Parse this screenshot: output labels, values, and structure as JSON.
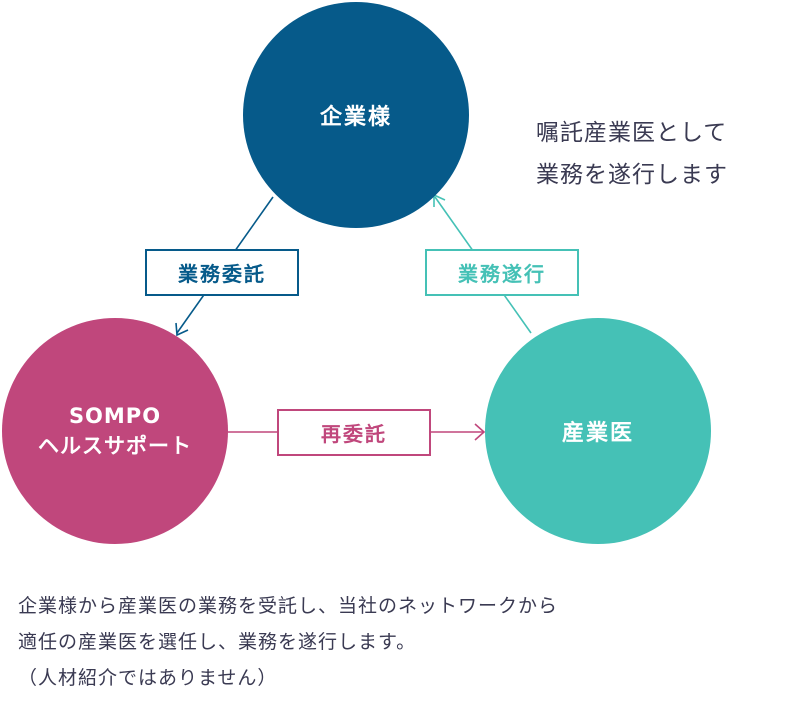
{
  "nodes": {
    "company": {
      "label": "企業様",
      "color": "#065a8a"
    },
    "sompo": {
      "line1": "SOMPO",
      "line2": "ヘルスサポート",
      "color": "#c0477c"
    },
    "doctor": {
      "label": "産業医",
      "color": "#45c1b6"
    }
  },
  "edges": {
    "entrust": {
      "label": "業務委託",
      "color": "#065a8a"
    },
    "execute": {
      "label": "業務遂行",
      "color": "#45c1b6"
    },
    "reentrust": {
      "label": "再委託",
      "color": "#c0477c"
    }
  },
  "side_note": {
    "line1": "嘱託産業医として",
    "line2": "業務を遂行します"
  },
  "description": {
    "line1": "企業様から産業医の業務を受託し、当社のネットワークから",
    "line2": "適任の産業医を選任し、業務を遂行します。",
    "line3": "（人材紹介ではありません）"
  }
}
